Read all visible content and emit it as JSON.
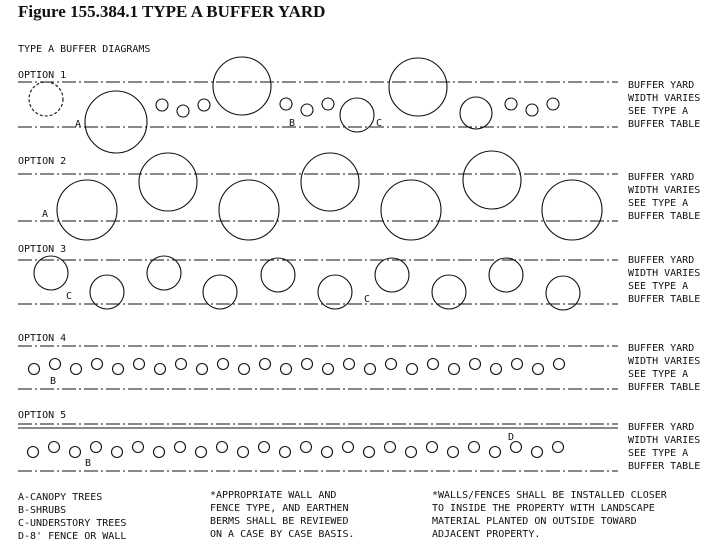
{
  "figure_title": "Figure 155.384.1  TYPE A BUFFER YARD",
  "diagram_title": "TYPE A BUFFER DIAGRAMS",
  "side_note": [
    "BUFFER YARD",
    "WIDTH VARIES",
    "SEE TYPE A",
    "BUFFER TABLE"
  ],
  "options": [
    {
      "label": "OPTION 1",
      "plants": [
        {
          "type": "canopy",
          "label": "A"
        },
        {
          "type": "shrub"
        },
        {
          "type": "shrub"
        },
        {
          "type": "shrub"
        },
        {
          "type": "canopy"
        },
        {
          "type": "shrub",
          "label": "B"
        },
        {
          "type": "shrub"
        },
        {
          "type": "shrub"
        },
        {
          "type": "understory",
          "label": "C"
        },
        {
          "type": "canopy"
        },
        {
          "type": "understory"
        },
        {
          "type": "shrub"
        },
        {
          "type": "shrub"
        },
        {
          "type": "shrub"
        }
      ]
    },
    {
      "label": "OPTION 2",
      "plants": [
        {
          "type": "canopy",
          "label": "A"
        },
        {
          "type": "canopy"
        },
        {
          "type": "canopy"
        },
        {
          "type": "canopy"
        },
        {
          "type": "canopy"
        },
        {
          "type": "canopy"
        },
        {
          "type": "canopy"
        }
      ]
    },
    {
      "label": "OPTION 3",
      "plants": [
        {
          "type": "understory",
          "label": "C"
        },
        {
          "type": "understory"
        },
        {
          "type": "understory"
        },
        {
          "type": "understory"
        },
        {
          "type": "understory"
        },
        {
          "type": "understory",
          "label": "C"
        },
        {
          "type": "understory"
        },
        {
          "type": "understory"
        },
        {
          "type": "understory"
        },
        {
          "type": "understory"
        }
      ]
    },
    {
      "label": "OPTION 4",
      "plants": [
        {
          "type": "shrub_row",
          "count": 26,
          "label": "B"
        }
      ]
    },
    {
      "label": "OPTION 5",
      "plants": [
        {
          "type": "shrub_row",
          "count": 26,
          "label": "B"
        },
        {
          "type": "fence",
          "label": "D"
        }
      ]
    }
  ],
  "legend": [
    "A-CANOPY TREES",
    "B-SHRUBS",
    "C-UNDERSTORY TREES",
    "D-8' FENCE OR WALL"
  ],
  "note_1": [
    "*APPROPRIATE WALL AND",
    "FENCE TYPE, AND EARTHEN",
    "BERMS SHALL BE REVIEWED",
    "ON A CASE BY CASE BASIS."
  ],
  "note_2": [
    "*WALLS/FENCES SHALL BE INSTALLED CLOSER",
    "TO INSIDE THE PROPERTY WITH LANDSCAPE",
    "MATERIAL PLANTED ON OUTSIDE TOWARD",
    "ADJACENT PROPERTY."
  ],
  "colors": {
    "ink": "#111111",
    "background": "#ffffff"
  }
}
